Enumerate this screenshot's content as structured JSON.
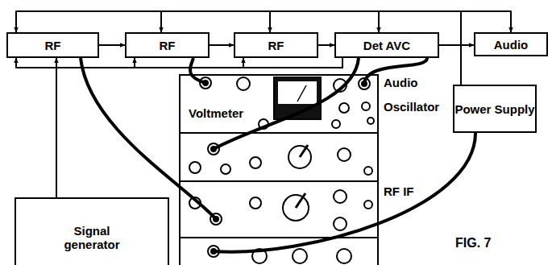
{
  "diagram": {
    "nodes": [
      {
        "text": [
          "RF"
        ]
      },
      {
        "text": [
          "RF"
        ]
      },
      {
        "text": [
          "RF"
        ]
      },
      {
        "text": [
          "Det AVC"
        ]
      },
      {
        "text": [
          "Audio"
        ]
      },
      {
        "text": [
          "Voltmeter",
          "Audio",
          "Oscillator",
          "RF IF"
        ]
      },
      {
        "text": [
          "Power Supply"
        ]
      },
      {
        "text": [
          "Signal generator"
        ]
      }
    ],
    "edges": [
      {
        "from": 0,
        "to": 1,
        "arrow": "to"
      },
      {
        "from": 1,
        "to": 2,
        "arrow": "to"
      },
      {
        "from": 2,
        "to": 3,
        "arrow": "to"
      },
      {
        "from": 3,
        "to": 4,
        "arrow": "to"
      },
      {
        "from": 7,
        "to": 0,
        "arrow": "to"
      },
      {
        "from": 6,
        "to": 0,
        "arrow": "to"
      },
      {
        "from": 6,
        "to": 1,
        "arrow": "to"
      },
      {
        "from": 6,
        "to": 2,
        "arrow": "to"
      },
      {
        "from": 6,
        "to": 3,
        "arrow": "to"
      },
      {
        "from": 6,
        "to": 4,
        "arrow": "to"
      },
      {
        "from": 3,
        "to": 0,
        "arrow": "to"
      },
      {
        "from": 3,
        "to": 1,
        "arrow": "to"
      },
      {
        "from": 3,
        "to": 2,
        "arrow": "to"
      },
      {
        "from": 5,
        "to": 1,
        "arrow": "none"
      },
      {
        "from": 5,
        "to": 3,
        "arrow": "none"
      },
      {
        "from": 5,
        "to": 3,
        "arrow": "none"
      },
      {
        "from": 5,
        "to": 0,
        "arrow": "none"
      },
      {
        "from": 5,
        "to": 6,
        "arrow": "none"
      }
    ],
    "labels": [
      "FIG. 7"
    ]
  }
}
